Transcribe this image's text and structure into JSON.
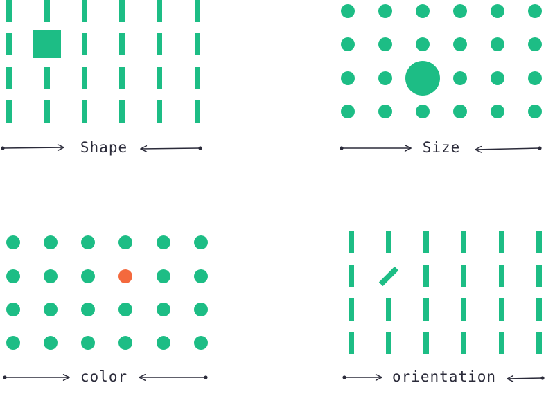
{
  "colors": {
    "mark": "#1dbd85",
    "accent": "#f4693d",
    "ink": "#2b2b3a"
  },
  "panels": [
    {
      "id": "shape",
      "label": "Shape",
      "grid": {
        "rows": 4,
        "cols": 6
      },
      "base_mark": "vertical-bar",
      "odd_one": {
        "row": 1,
        "col": 1,
        "mark": "square"
      }
    },
    {
      "id": "size",
      "label": "Size",
      "grid": {
        "rows": 4,
        "cols": 6
      },
      "base_mark": "small-dot",
      "odd_one": {
        "row": 2,
        "col": 2,
        "mark": "large-dot"
      }
    },
    {
      "id": "color",
      "label": "color",
      "grid": {
        "rows": 4,
        "cols": 6
      },
      "base_mark": "dot",
      "odd_one": {
        "row": 1,
        "col": 3,
        "mark": "accent-dot"
      }
    },
    {
      "id": "orientation",
      "label": "orientation",
      "grid": {
        "rows": 4,
        "cols": 6
      },
      "base_mark": "vertical-bar",
      "odd_one": {
        "row": 1,
        "col": 1,
        "mark": "tilted-bar"
      }
    }
  ]
}
